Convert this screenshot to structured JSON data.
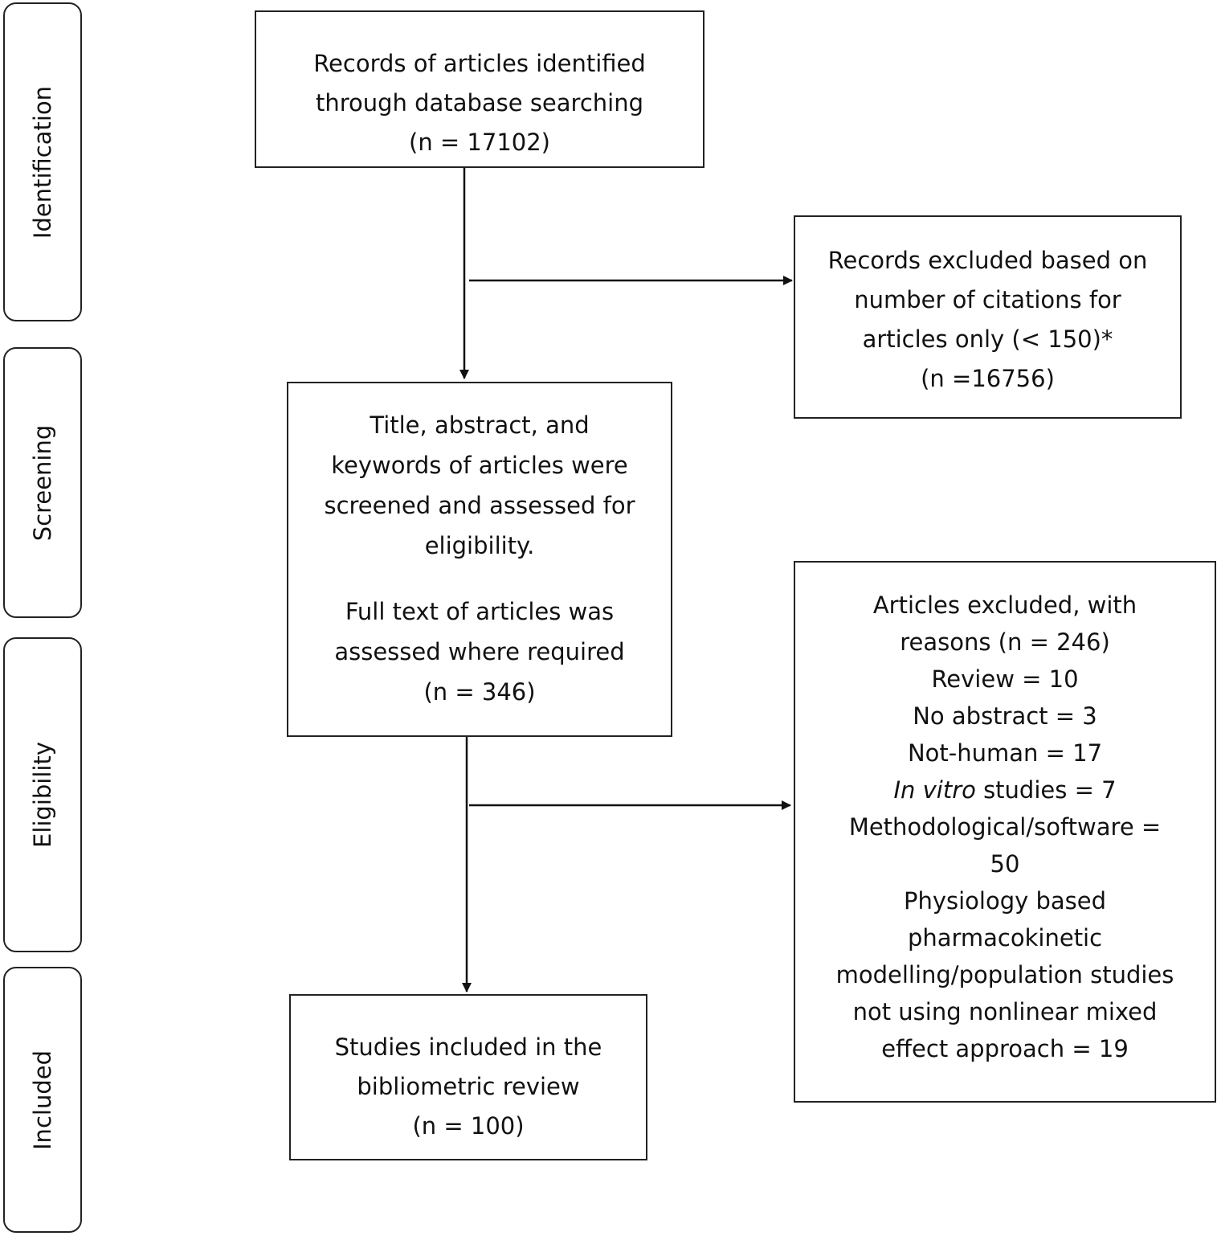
{
  "stages": {
    "identification": "Identification",
    "screening": "Screening",
    "eligibility": "Eligibility",
    "included": "Included"
  },
  "boxes": {
    "identified": {
      "line1": "Records of articles identified",
      "line2": "through database  searching",
      "line3": "(n = 17102)"
    },
    "excluded_citations": {
      "line1": "Records excluded based on",
      "line2": "number of citations for",
      "line3": "articles only (< 150)*",
      "line4": "(n =16756)"
    },
    "screened": {
      "line1": "Title, abstract, and",
      "line2": "keywords of articles were",
      "line3": "screened and assessed for",
      "line4": "eligibility.",
      "line5": "Full text of articles was",
      "line6": "assessed  where required",
      "line7": "(n = 346)"
    },
    "excluded_reasons": {
      "line1": "Articles excluded, with",
      "line2": "reasons (n = 246)",
      "line3": "Review = 10",
      "line4": "No abstract = 3",
      "line5": "Not-human  = 17",
      "line6_italic": "In vitro",
      "line6_rest": " studies = 7",
      "line7": "Methodological/software  =",
      "line8": "50",
      "line9": "Physiology  based",
      "line10": "pharmacokinetic",
      "line11": "modelling/population  studies",
      "line12": "not using nonlinear mixed",
      "line13": "effect approach = 19"
    },
    "included": {
      "line1": "Studies  included in the",
      "line2": "bibliometric review",
      "line3": "(n = 100)"
    }
  }
}
